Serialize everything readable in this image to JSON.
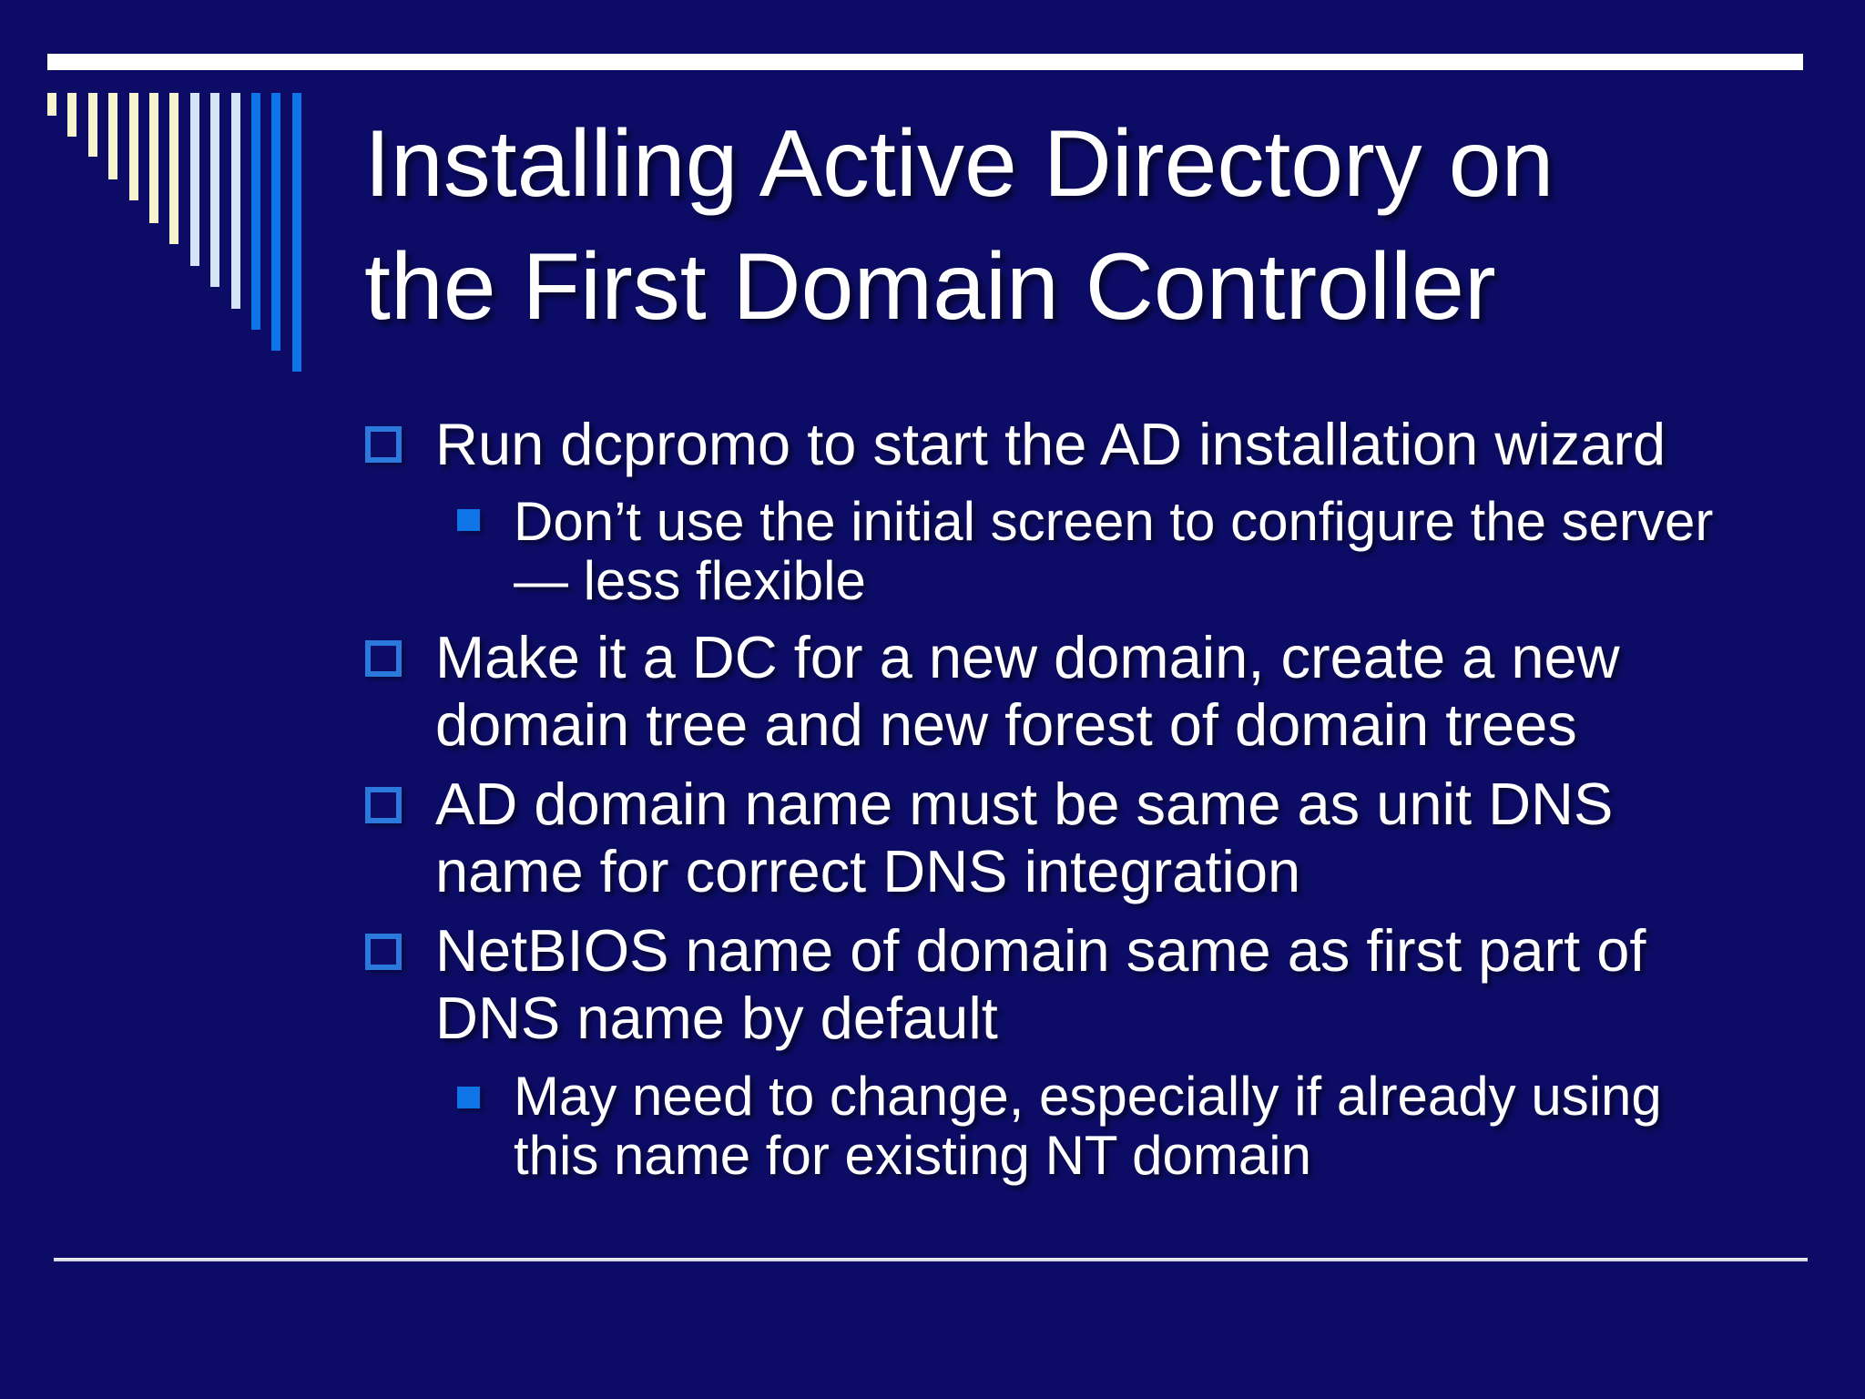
{
  "title": {
    "text": "Installing Active Directory on\nthe First Domain Controller"
  },
  "bullets": [
    {
      "level": 1,
      "text": "Run dcpromo to start the AD installation wizard"
    },
    {
      "level": 2,
      "text": "Don’t use the initial screen to configure the server\n— less flexible"
    },
    {
      "level": 1,
      "text": "Make it a DC for a new domain, create a new\ndomain tree and new forest of domain trees"
    },
    {
      "level": 1,
      "text": "AD domain name must be same as unit DNS\nname for correct DNS integration"
    },
    {
      "level": 1,
      "text": "NetBIOS name of domain same as first part of\nDNS name by default"
    },
    {
      "level": 2,
      "text": "May need to change, especially if already using\nthis name for existing NT domain"
    }
  ],
  "colors": {
    "background": "#0C0C66",
    "text": "#FFFFFF",
    "top_rule": "#FFFFFF",
    "bottom_rule_light": "#F5F5FA",
    "bottom_rule_dark": "#C9C9DC",
    "bullet_outline_blue": "#2B79DC",
    "bullet_fill_blue": "#0F74E8",
    "logo_cream": "#F7F4CD",
    "logo_pale_blue": "#D3E4F7",
    "logo_bright_blue": "#0E74E8"
  },
  "logo": {
    "bar_color_sequence": [
      "cream",
      "cream",
      "cream",
      "cream",
      "cream",
      "cream",
      "cream",
      "pale_blue",
      "pale_blue",
      "pale_blue",
      "bright_blue",
      "bright_blue",
      "bright_blue"
    ]
  }
}
